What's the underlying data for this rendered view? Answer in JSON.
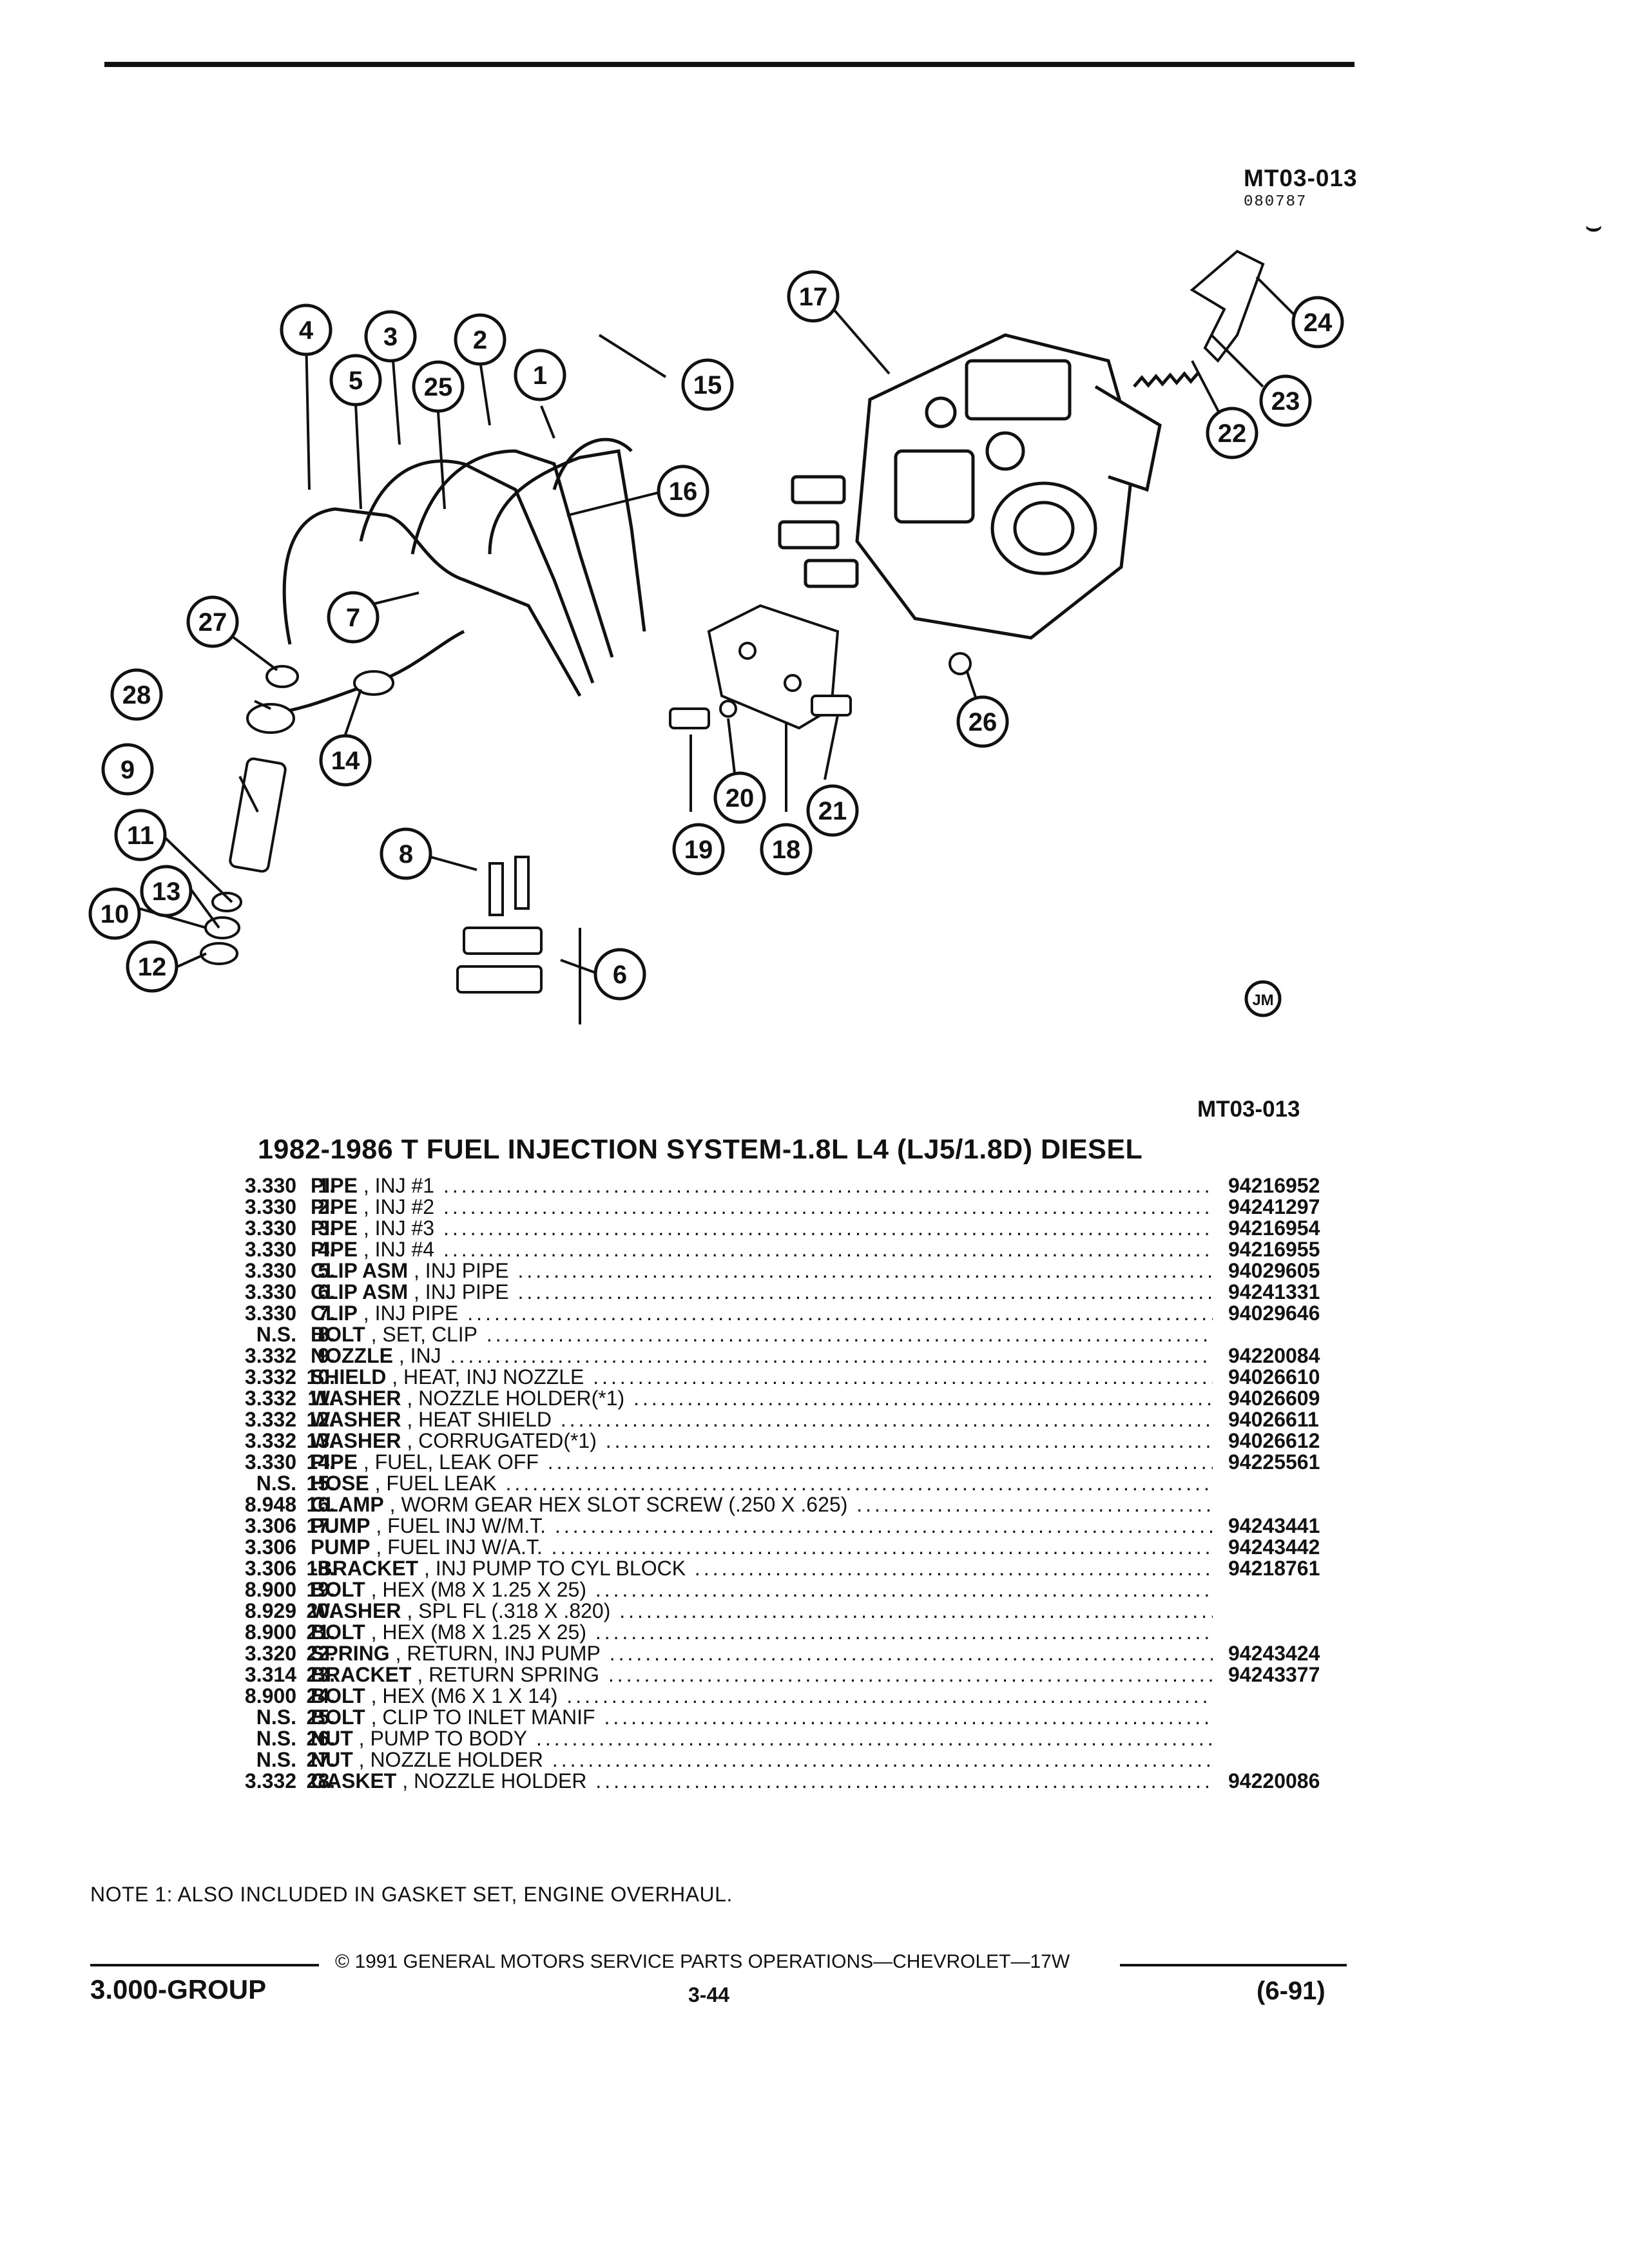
{
  "header": {
    "figure_ref": "MT03-013",
    "figure_date": "080787",
    "figure_ref_bottom": "MT03-013",
    "artist_mark": "JM"
  },
  "diagram": {
    "callouts": [
      "1",
      "2",
      "3",
      "4",
      "5",
      "6",
      "7",
      "8",
      "9",
      "10",
      "11",
      "12",
      "13",
      "14",
      "15",
      "16",
      "17",
      "18",
      "19",
      "20",
      "21",
      "22",
      "23",
      "24",
      "25",
      "26",
      "27",
      "28"
    ]
  },
  "title": "1982-1986 T FUEL INJECTION SYSTEM-1.8L L4 (LJ5/1.8D) DIESEL",
  "parts": [
    {
      "num": "1.",
      "group": "3.330",
      "name": "PIPE",
      "desc": ", INJ #1",
      "pn": "94216952"
    },
    {
      "num": "2.",
      "group": "3.330",
      "name": "PIPE",
      "desc": ", INJ #2",
      "pn": "94241297"
    },
    {
      "num": "3.",
      "group": "3.330",
      "name": "PIPE",
      "desc": ", INJ #3",
      "pn": "94216954"
    },
    {
      "num": "4.",
      "group": "3.330",
      "name": "PIPE",
      "desc": ", INJ #4",
      "pn": "94216955"
    },
    {
      "num": "5.",
      "group": "3.330",
      "name": "CLIP ASM",
      "desc": ", INJ PIPE",
      "pn": "94029605"
    },
    {
      "num": "6.",
      "group": "3.330",
      "name": "CLIP ASM",
      "desc": ", INJ PIPE",
      "pn": "94241331"
    },
    {
      "num": "7.",
      "group": "3.330",
      "name": "CLIP",
      "desc": ", INJ PIPE",
      "pn": "94029646"
    },
    {
      "num": "8.",
      "group": "N.S.",
      "name": "BOLT",
      "desc": ", SET, CLIP",
      "pn": ""
    },
    {
      "num": "9.",
      "group": "3.332",
      "name": "NOZZLE",
      "desc": ", INJ",
      "pn": "94220084"
    },
    {
      "num": "10.",
      "group": "3.332",
      "name": "SHIELD",
      "desc": ", HEAT, INJ NOZZLE",
      "pn": "94026610"
    },
    {
      "num": "11.",
      "group": "3.332",
      "name": "WASHER",
      "desc": ", NOZZLE HOLDER(*1)",
      "pn": "94026609"
    },
    {
      "num": "12.",
      "group": "3.332",
      "name": "WASHER",
      "desc": ", HEAT SHIELD",
      "pn": "94026611"
    },
    {
      "num": "13.",
      "group": "3.332",
      "name": "WASHER",
      "desc": ", CORRUGATED(*1)",
      "pn": "94026612"
    },
    {
      "num": "14.",
      "group": "3.330",
      "name": "PIPE",
      "desc": ", FUEL, LEAK OFF",
      "pn": "94225561"
    },
    {
      "num": "15.",
      "group": "N.S.",
      "name": "HOSE",
      "desc": ", FUEL LEAK",
      "pn": ""
    },
    {
      "num": "16.",
      "group": "8.948",
      "name": "CLAMP",
      "desc": ", WORM GEAR HEX SLOT SCREW (.250 X .625)",
      "pn": ""
    },
    {
      "num": "17.",
      "group": "3.306",
      "name": "PUMP",
      "desc": ", FUEL INJ W/M.T.",
      "pn": "94243441"
    },
    {
      "num": "",
      "group": "3.306",
      "name": "PUMP",
      "desc": ", FUEL INJ W/A.T.",
      "pn": "94243442"
    },
    {
      "num": "18.",
      "group": "3.306",
      "name": "-BRACKET",
      "desc": ", INJ PUMP TO CYL BLOCK",
      "pn": "94218761"
    },
    {
      "num": "19.",
      "group": "8.900",
      "name": "BOLT",
      "desc": ", HEX (M8 X 1.25 X 25)",
      "pn": ""
    },
    {
      "num": "20.",
      "group": "8.929",
      "name": "WASHER",
      "desc": ", SPL FL (.318 X .820)",
      "pn": ""
    },
    {
      "num": "21.",
      "group": "8.900",
      "name": "BOLT",
      "desc": ", HEX (M8 X 1.25 X 25)",
      "pn": ""
    },
    {
      "num": "22.",
      "group": "3.320",
      "name": "SPRING",
      "desc": ", RETURN, INJ PUMP",
      "pn": "94243424"
    },
    {
      "num": "23.",
      "group": "3.314",
      "name": "BRACKET",
      "desc": ", RETURN SPRING",
      "pn": "94243377"
    },
    {
      "num": "24.",
      "group": "8.900",
      "name": "BOLT",
      "desc": ", HEX (M6 X 1 X 14)",
      "pn": ""
    },
    {
      "num": "25.",
      "group": "N.S.",
      "name": "BOLT",
      "desc": ", CLIP TO INLET MANIF",
      "pn": ""
    },
    {
      "num": "26.",
      "group": "N.S.",
      "name": "NUT",
      "desc": ", PUMP TO BODY",
      "pn": ""
    },
    {
      "num": "27.",
      "group": "N.S.",
      "name": "NUT",
      "desc": ", NOZZLE HOLDER",
      "pn": ""
    },
    {
      "num": "28.",
      "group": "3.332",
      "name": "GASKET",
      "desc": ", NOZZLE HOLDER",
      "pn": "94220086"
    }
  ],
  "note": "NOTE  1:  ALSO INCLUDED IN GASKET SET, ENGINE OVERHAUL.",
  "footer": {
    "copyright": "© 1991  GENERAL MOTORS SERVICE PARTS OPERATIONS—CHEVROLET—17W",
    "group": "3.000-GROUP",
    "page": "3-44",
    "revision": "(6-91)"
  }
}
